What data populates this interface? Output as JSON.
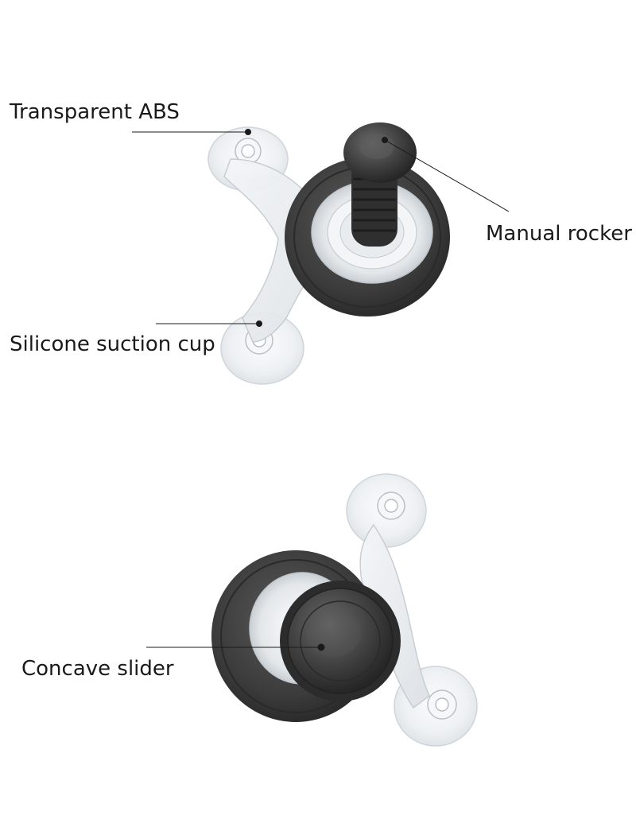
{
  "callouts": {
    "transparent_abs": "Transparent ABS",
    "manual_rocker": "Manual rocker",
    "silicone_suction_cup": "Silicone suction cup",
    "concave_slider": "Concave slider"
  },
  "colors": {
    "background": "#ffffff",
    "rubber_dark": "#3a3a3a",
    "rubber_mid": "#555555",
    "clear_plastic": "#e9edf0",
    "leader_line": "#1a1a1a",
    "label_text": "#1a1a1a"
  }
}
